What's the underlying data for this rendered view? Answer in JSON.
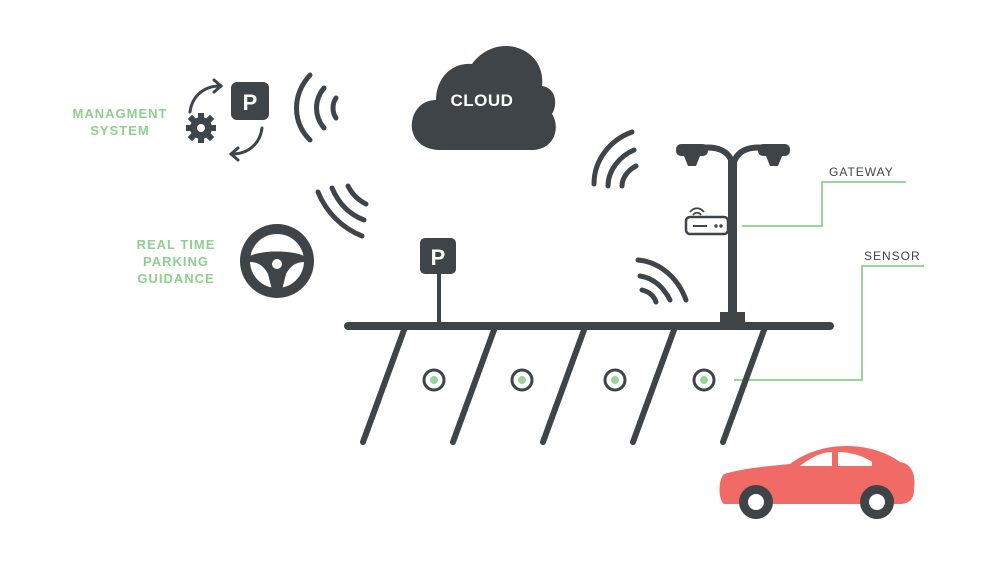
{
  "labels": {
    "management_line1": "MANAGMENT",
    "management_line2": "SYSTEM",
    "guidance_line1": "REAL TIME",
    "guidance_line2": "PARKING",
    "guidance_line3": "GUIDANCE",
    "cloud": "CLOUD",
    "gateway": "GATEWAY",
    "sensor": "SENSOR",
    "parking_sign": "P",
    "management_sign": "P"
  },
  "colors": {
    "dark": "#3f4449",
    "green_label": "#8fcf8f",
    "connector_green": "#9bd49b",
    "car": "#f06a66"
  },
  "icons": [
    "refresh-arrows-icon",
    "gear-icon",
    "parking-p-icon",
    "wifi-signal-icon",
    "steering-wheel-icon",
    "cloud-icon",
    "street-lamp-icon",
    "router-icon",
    "sensor-icon",
    "car-icon"
  ]
}
